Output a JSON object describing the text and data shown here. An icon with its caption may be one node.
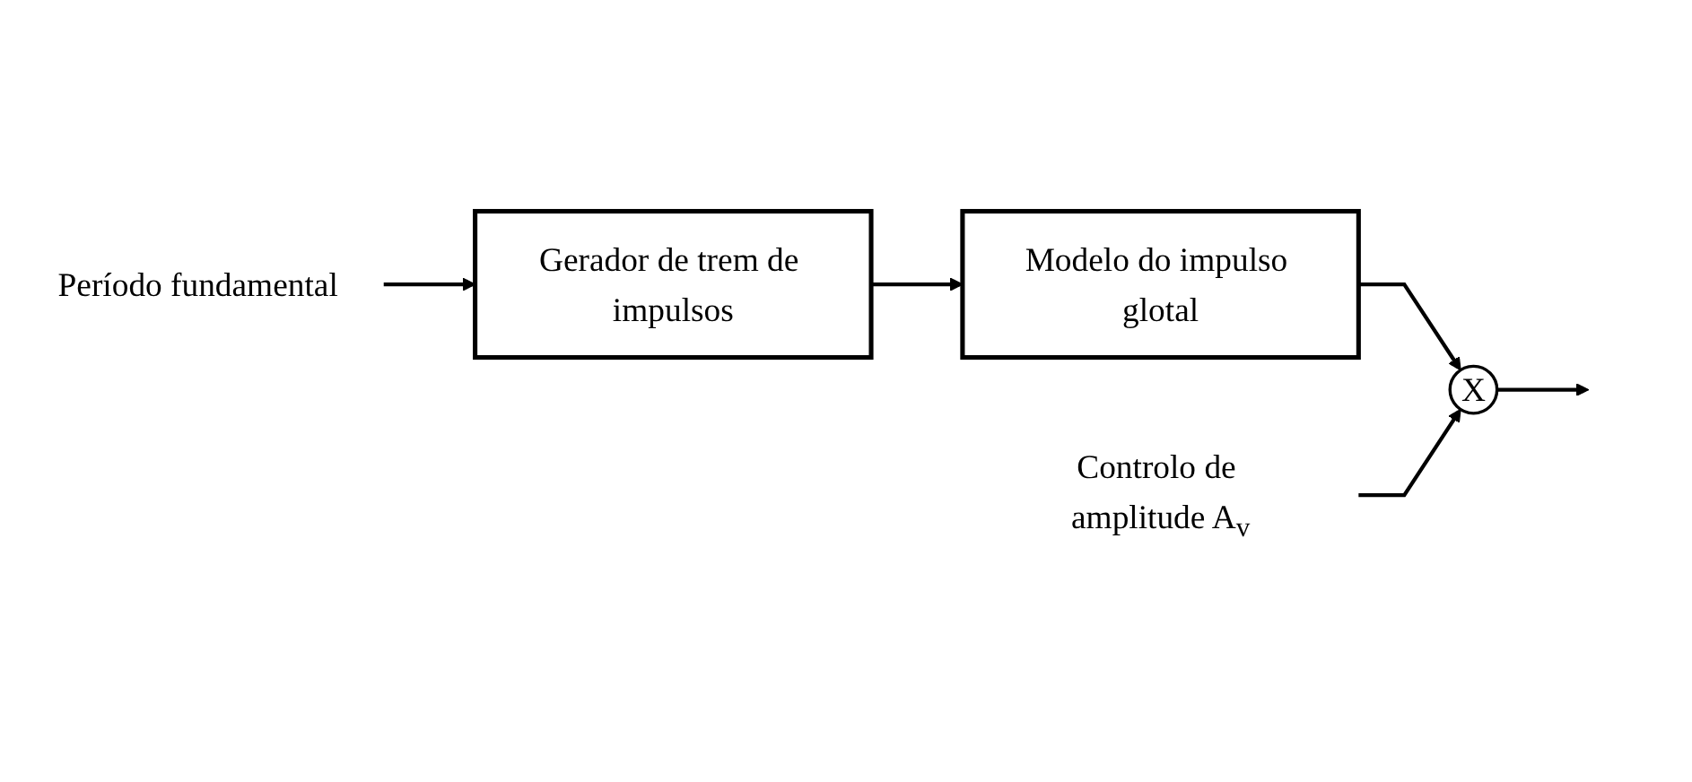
{
  "diagram": {
    "nodes": [
      {
        "text": [
          "Período fundamental"
        ]
      },
      {
        "text": [
          "Gerador de trem de impulsos"
        ]
      },
      {
        "text": [
          "Modelo do impulso glotal"
        ]
      },
      {
        "text": [
          "X"
        ]
      },
      {
        "text": [
          "Controlo de amplitude A$_{v}$"
        ]
      }
    ],
    "edges": [
      {
        "from": 0,
        "to": 1,
        "arrow": "to"
      },
      {
        "from": 1,
        "to": 2,
        "arrow": "to"
      },
      {
        "from": 2,
        "to": 3,
        "arrow": "to"
      },
      {
        "from": 4,
        "to": 3,
        "arrow": "to"
      },
      {
        "from": 3,
        "to": null,
        "arrow": "to"
      }
    ]
  }
}
